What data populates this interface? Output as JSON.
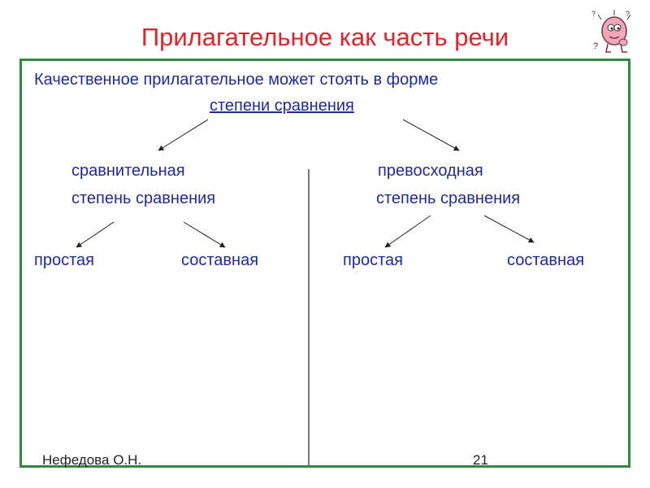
{
  "title": "Прилагательное как часть речи",
  "intro": "Качественное прилагательное может стоять в форме",
  "root": "степени сравнения",
  "left": {
    "line1": "сравнительная",
    "line2": "степень сравнения",
    "simple": "простая",
    "compound": "составная"
  },
  "right": {
    "line1": "превосходная",
    "line2": "степень сравнения",
    "simple": "простая",
    "compound": "составная"
  },
  "footer": {
    "author": "Нефедова О.Н.",
    "page": "21"
  },
  "colors": {
    "title": "#e8202a",
    "text": "#1f2a9c",
    "frame": "#2e8b3e"
  },
  "icons": {
    "mascot": "thinking-character-icon"
  }
}
